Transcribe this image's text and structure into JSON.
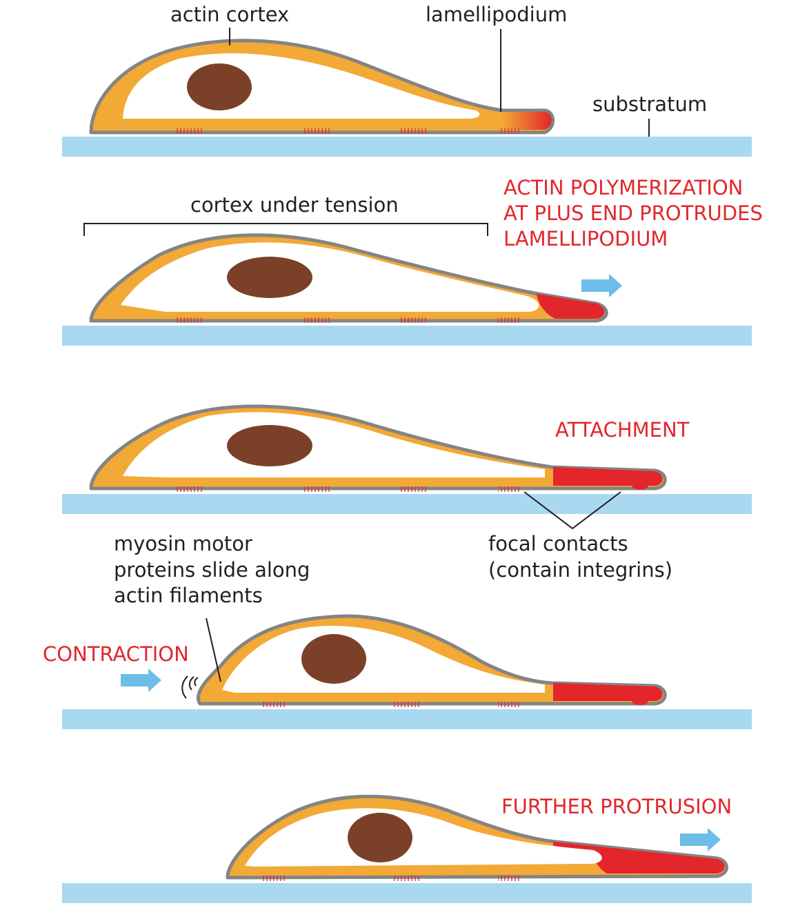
{
  "labels": {
    "actin_cortex": "actin cortex",
    "lamellipodium": "lamellipodium",
    "substratum": "substratum",
    "cortex_under_tension": "cortex under tension",
    "focal_contacts_line1": "focal contacts",
    "focal_contacts_line2": "(contain integrins)",
    "myosin_line1": "myosin motor",
    "myosin_line2": "proteins slide along",
    "myosin_line3": "actin filaments"
  },
  "stages": {
    "polymerization_line1": "ACTIN POLYMERIZATION",
    "polymerization_line2": "AT PLUS END PROTRUDES",
    "polymerization_line3": "LAMELLIPODIUM",
    "attachment": "ATTACHMENT",
    "contraction": "CONTRACTION",
    "further_protrusion": "FURTHER PROTRUSION"
  },
  "colors": {
    "cytoplasm": "#f3a935",
    "membrane": "#848484",
    "nucleus": "#7b4128",
    "lamellipodium_actin": "#e2262b",
    "substratum": "#a9d8f1",
    "arrow": "#6cbde8",
    "stage_text": "#e2262b"
  }
}
